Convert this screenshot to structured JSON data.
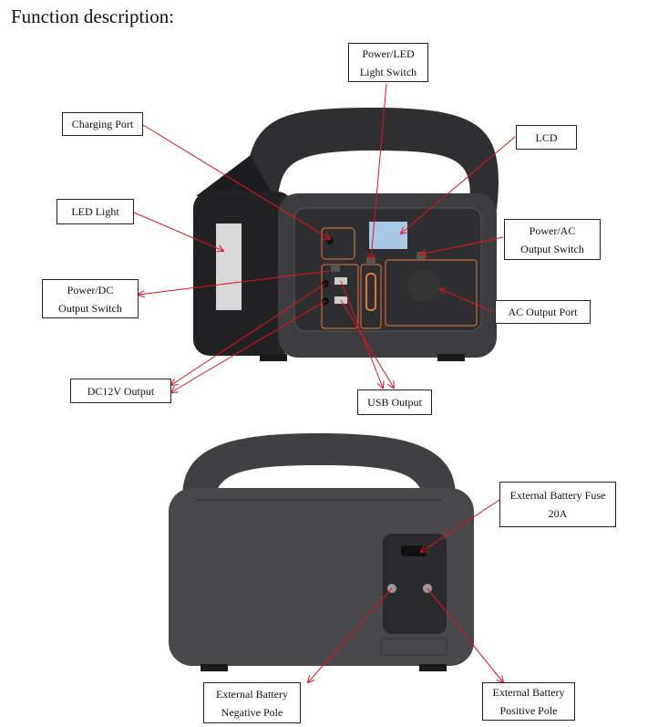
{
  "title": "Function description:",
  "front_labels": {
    "power_led_switch": [
      "Power/LED",
      "Light Switch"
    ],
    "lcd": "LCD",
    "charging_port": "Charging Port",
    "led_light": "LED Light",
    "power_ac_switch": [
      "Power/AC",
      "Output Switch"
    ],
    "power_dc_switch": [
      "Power/DC",
      "Output Switch"
    ],
    "ac_output_port": "AC Output Port",
    "dc12v_output": "DC12V Output",
    "usb_output": "USB Output"
  },
  "back_labels": {
    "fuse": [
      "External Battery Fuse",
      "20A"
    ],
    "negative": [
      "External Battery",
      "Negative Pole"
    ],
    "positive": [
      "External Battery",
      "Positive Pole"
    ]
  },
  "colors": {
    "arrow": "#e0141e",
    "body": "#3a3a3c",
    "accent": "#e0763a",
    "lcd": "#a9c8e8"
  }
}
